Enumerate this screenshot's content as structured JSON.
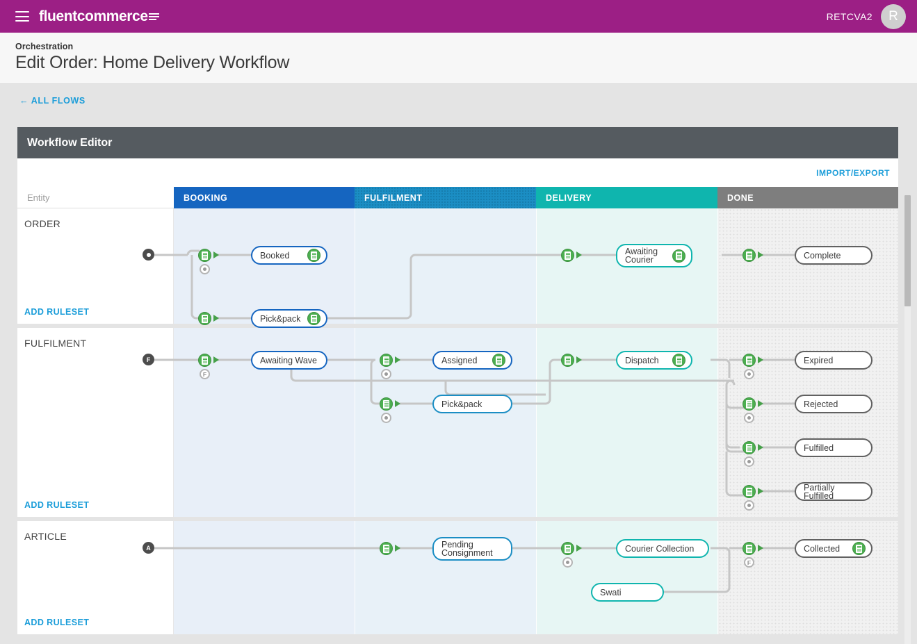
{
  "topbar": {
    "menu_icon": "hamburger-icon",
    "brand": "fluentcommerce",
    "user": "RETCVA2",
    "avatar_initial": "R"
  },
  "page": {
    "breadcrumb": "Orchestration",
    "title": "Edit Order: Home Delivery Workflow",
    "back_link": "← ALL FLOWS"
  },
  "panel": {
    "title": "Workflow Editor",
    "import_export": "IMPORT/EXPORT"
  },
  "columns": [
    {
      "key": "entity",
      "label": "Entity",
      "color": "#ffffff"
    },
    {
      "key": "booking",
      "label": "BOOKING",
      "color": "#1565c0"
    },
    {
      "key": "fulfilment",
      "label": "FULFILMENT",
      "color": "#1b8ec4"
    },
    {
      "key": "delivery",
      "label": "DELIVERY",
      "color": "#0fb5ae"
    },
    {
      "key": "done",
      "label": "DONE",
      "color": "#7e7e7e"
    }
  ],
  "add_ruleset_label": "ADD RULESET",
  "rows": [
    {
      "label": "ORDER",
      "start_badge": "O",
      "nodes": [
        {
          "label": "Booked",
          "lane": "booking",
          "border": "blue",
          "end_icon": true
        },
        {
          "label": "Pick&pack",
          "lane": "booking",
          "border": "blue",
          "end_icon": true
        },
        {
          "label": "Awaiting\nCourier",
          "lane": "delivery",
          "border": "teal",
          "end_icon": true
        },
        {
          "label": "Complete",
          "lane": "done",
          "border": "gray",
          "end_icon": false
        }
      ],
      "wire_badges": [
        "dot"
      ]
    },
    {
      "label": "FULFILMENT",
      "start_badge": "F",
      "nodes": [
        {
          "label": "Awaiting Wave",
          "lane": "booking",
          "border": "blue",
          "end_icon": false
        },
        {
          "label": "Assigned",
          "lane": "fulfilment",
          "border": "blue",
          "end_icon": true
        },
        {
          "label": "Pick&pack",
          "lane": "fulfilment",
          "border": "lblue",
          "end_icon": false
        },
        {
          "label": "Dispatch",
          "lane": "delivery",
          "border": "teal",
          "end_icon": true
        },
        {
          "label": "Expired",
          "lane": "done",
          "border": "gray",
          "end_icon": false
        },
        {
          "label": "Rejected",
          "lane": "done",
          "border": "gray",
          "end_icon": false
        },
        {
          "label": "Fulfilled",
          "lane": "done",
          "border": "gray",
          "end_icon": false
        },
        {
          "label": "Partially Fulfilled",
          "lane": "done",
          "border": "gray",
          "end_icon": false
        }
      ],
      "wire_badges": [
        "F",
        "dot",
        "dot",
        "dot",
        "dot",
        "dot",
        "dot"
      ]
    },
    {
      "label": "ARTICLE",
      "start_badge": "A",
      "nodes": [
        {
          "label": "Pending\nConsignment",
          "lane": "fulfilment",
          "border": "lblue",
          "end_icon": false
        },
        {
          "label": "Courier Collection",
          "lane": "delivery",
          "border": "teal",
          "end_icon": false
        },
        {
          "label": "Swati",
          "lane": "delivery",
          "border": "teal",
          "end_icon": false
        },
        {
          "label": "Collected",
          "lane": "done",
          "border": "gray",
          "end_icon": true
        }
      ],
      "wire_badges": [
        "dot",
        "F"
      ]
    }
  ]
}
